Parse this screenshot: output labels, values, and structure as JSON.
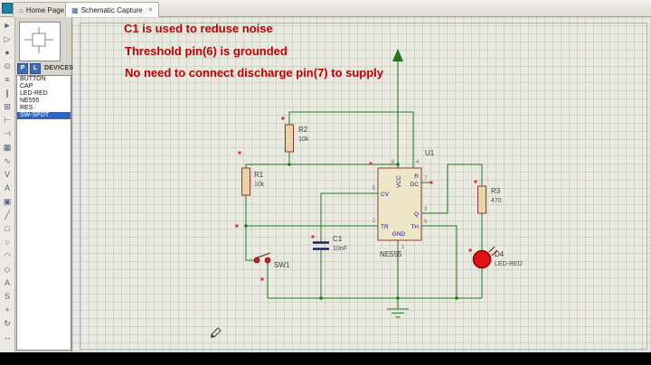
{
  "app": {
    "window_tabs": [
      {
        "label": "Home Page"
      },
      {
        "label": "Schematic Capture"
      }
    ]
  },
  "icons": {
    "close": "✕",
    "home_tab": "⌂",
    "schematic_tab": "▦"
  },
  "toolbar": {
    "items": [
      {
        "name": "selection-pointer",
        "glyph": "►"
      },
      {
        "name": "component-mode",
        "glyph": "▷"
      },
      {
        "name": "junction-dot-mode",
        "glyph": "●"
      },
      {
        "name": "wire-label-mode",
        "glyph": "⊙"
      },
      {
        "name": "text-script-mode",
        "glyph": "≡"
      },
      {
        "name": "bus-mode",
        "glyph": "∥"
      },
      {
        "name": "subcircuit-mode",
        "glyph": "⊞"
      },
      {
        "name": "terminal-mode",
        "glyph": "⊢"
      },
      {
        "name": "device-pin-mode",
        "glyph": "⊣"
      },
      {
        "name": "graph-mode",
        "glyph": "▦"
      },
      {
        "name": "generator-mode",
        "glyph": "∿"
      },
      {
        "name": "voltage-probe-mode",
        "glyph": "V"
      },
      {
        "name": "current-probe-mode",
        "glyph": "A"
      },
      {
        "name": "virtual-instrument-mode",
        "glyph": "▣"
      },
      {
        "name": "line-2d",
        "glyph": "╱"
      },
      {
        "name": "box-2d",
        "glyph": "□"
      },
      {
        "name": "circle-2d",
        "glyph": "○"
      },
      {
        "name": "arc-2d",
        "glyph": "◠"
      },
      {
        "name": "path-2d",
        "glyph": "◇"
      },
      {
        "name": "text-2d",
        "glyph": "A"
      },
      {
        "name": "symbol-2d",
        "glyph": "S"
      },
      {
        "name": "marker-2d",
        "glyph": "+"
      },
      {
        "name": "rotate-clockwise",
        "glyph": "↻"
      },
      {
        "name": "mirror-horizontal",
        "glyph": "↔"
      }
    ]
  },
  "sidebar": {
    "pick_button": "P",
    "library_button": "L",
    "devices_label": "DEVICES",
    "devices": [
      "BUTTON",
      "CAP",
      "LED-RED",
      "NE555",
      "RES",
      "SW-SPDT"
    ],
    "selected_device": "SW-SPDT"
  },
  "annotations": {
    "line1": "C1 is used to reduse noise",
    "line2": "Threshold pin(6) is grounded",
    "line3": "No need to connect discharge pin(7) to supply"
  },
  "schematic": {
    "u1": {
      "ref": "U1",
      "part": "NE555",
      "pins": {
        "vcc": "VCC",
        "gnd": "GND",
        "dc": "DC",
        "cv": "CV",
        "tr": "TR",
        "th": "TH",
        "q": "Q",
        "r": "R"
      },
      "pin_numbers": {
        "vcc": "8",
        "gnd": "1",
        "dc": "7",
        "cv": "5",
        "tr": "2",
        "th": "6",
        "q": "3",
        "r": "4"
      }
    },
    "r1": {
      "ref": "R1",
      "value": "10k"
    },
    "r2": {
      "ref": "R2",
      "value": "10k"
    },
    "r3": {
      "ref": "R3",
      "value": "470"
    },
    "c1": {
      "ref": "C1",
      "value": "10nF"
    },
    "sw1": {
      "ref": "SW1"
    },
    "d4": {
      "ref": "D4",
      "value": "LED-RED"
    }
  },
  "colors": {
    "wire": "#1E7A1E",
    "annotation_red": "#C00000",
    "component_outline": "#8B3A3A",
    "component_fill": "#EBD3A8",
    "ic_fill": "#EFE6C5",
    "pin_text_blue": "#1A1A8C",
    "canvas_cream": "#EAEAE1",
    "selection_blue": "#2F63C2",
    "led_red": "#E01212"
  }
}
